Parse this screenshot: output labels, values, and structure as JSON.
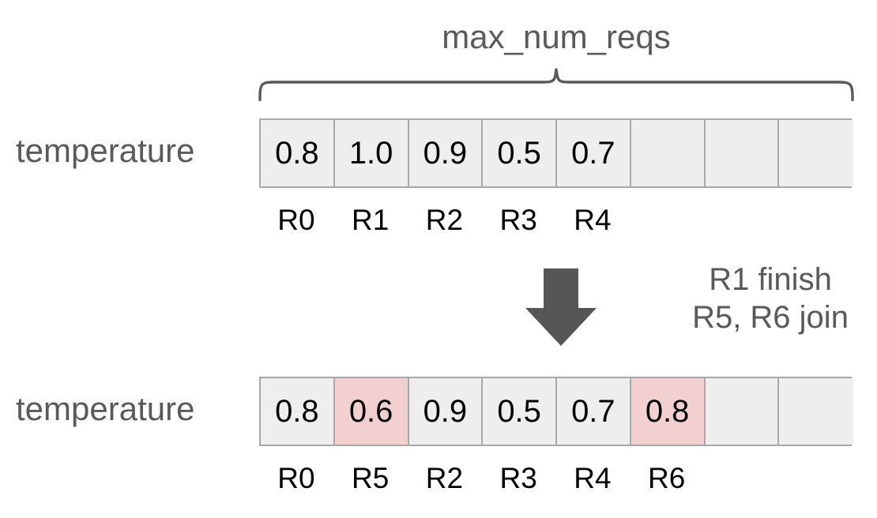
{
  "diagram": {
    "title": "max_num_reqs",
    "brace": {
      "label": "max_num_reqs",
      "icon": "curly-brace-top"
    },
    "arrow": {
      "icon": "down-arrow"
    },
    "transition_note": {
      "line1": "R1 finish",
      "line2": "R5, R6 join"
    },
    "colors": {
      "cell_fill": "#eeeeee",
      "cell_border": "#a8a8a8",
      "highlight_fill": "#f2d0d0",
      "text_gray": "#5a5a5a",
      "text_black": "#000000",
      "arrow_fill": "#565656",
      "background": "#ffffff"
    },
    "rows": [
      {
        "label": "temperature",
        "capacity": 8,
        "cells": [
          {
            "value": "0.8",
            "highlight": false,
            "filled": true
          },
          {
            "value": "1.0",
            "highlight": false,
            "filled": true
          },
          {
            "value": "0.9",
            "highlight": false,
            "filled": true
          },
          {
            "value": "0.5",
            "highlight": false,
            "filled": true
          },
          {
            "value": "0.7",
            "highlight": false,
            "filled": true
          },
          {
            "value": "",
            "highlight": false,
            "filled": false
          },
          {
            "value": "",
            "highlight": false,
            "filled": false
          },
          {
            "value": "",
            "highlight": false,
            "filled": false
          }
        ],
        "ids": [
          "R0",
          "R1",
          "R2",
          "R3",
          "R4",
          "",
          "",
          ""
        ]
      },
      {
        "label": "temperature",
        "capacity": 8,
        "cells": [
          {
            "value": "0.8",
            "highlight": false,
            "filled": true
          },
          {
            "value": "0.6",
            "highlight": true,
            "filled": true
          },
          {
            "value": "0.9",
            "highlight": false,
            "filled": true
          },
          {
            "value": "0.5",
            "highlight": false,
            "filled": true
          },
          {
            "value": "0.7",
            "highlight": false,
            "filled": true
          },
          {
            "value": "0.8",
            "highlight": true,
            "filled": true
          },
          {
            "value": "",
            "highlight": false,
            "filled": false
          },
          {
            "value": "",
            "highlight": false,
            "filled": false
          }
        ],
        "ids": [
          "R0",
          "R5",
          "R2",
          "R3",
          "R4",
          "R6",
          "",
          ""
        ]
      }
    ]
  }
}
